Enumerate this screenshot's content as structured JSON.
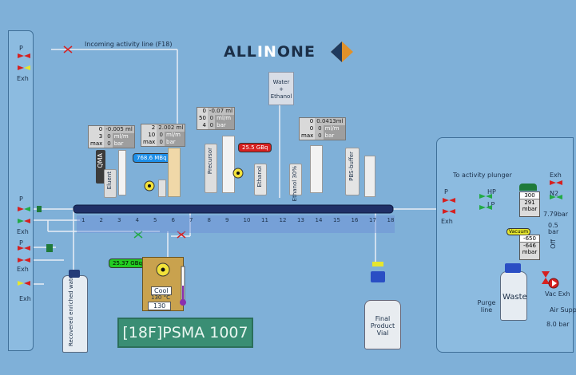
{
  "brand": {
    "name_part1": "ALL",
    "name_part2": "IN",
    "name_part3": "ONE"
  },
  "product_title": "[18F]PSMA 1007",
  "lines": {
    "incoming_activity": "Incoming activity line (F18)",
    "to_activity_plunger": "To activity plunger",
    "purge_line": "Purge line"
  },
  "left_panel": {
    "p_top": "P",
    "exh_top": "Exh",
    "p_mid": "P",
    "exh_mid": "Exh",
    "p_low": "P",
    "exh_low": "Exh",
    "exh_bottom": "Exh"
  },
  "bottles": {
    "recovered_water": "Recovered enriched water",
    "final_product": "Final Product Vial",
    "waste": "Waste",
    "water_ethanol": "Water + Ethanol"
  },
  "reagents": {
    "qma": "QMA",
    "eluent": "Eluent",
    "precursor": "Precursor",
    "ethanol": "Ethanol",
    "ethanol30": "Ethanol 30%",
    "pbs": "PBS-buffer"
  },
  "syringe1": {
    "r1a": "0",
    "r1b": "-0.005 ml",
    "r2a": "3",
    "r2b": "0",
    "r2u": "ml/m",
    "r3a": "max",
    "r3b": "0",
    "r3u": "bar"
  },
  "syringe2": {
    "r1a": "2",
    "r1b": "2.002 ml",
    "r2a": "10",
    "r2b": "0",
    "r2u": "ml/m",
    "r3a": "max",
    "r3b": "0",
    "r3u": "bar"
  },
  "syringe3": {
    "r1a": "0",
    "r1b": "-0.07 ml",
    "r2a": "50",
    "r2b": "0",
    "r2u": "ml/m",
    "r3a": "4",
    "r3b": "0",
    "r3u": "bar"
  },
  "syringe4": {
    "r1a": "0",
    "r1b": "0.0413ml",
    "r2a": "0",
    "r2b": "0",
    "r2u": "ml/m",
    "r3a": "max",
    "r3b": "0",
    "r3u": "bar"
  },
  "activity": {
    "a1": "768.6 MBq",
    "a2": "25.5 GBq",
    "a3": "25.37 GBq"
  },
  "reactor": {
    "mode": "Cool",
    "temp": "130 °C",
    "setpoint": "130"
  },
  "manifold_numbers": [
    "1",
    "2",
    "3",
    "4",
    "5",
    "6",
    "7",
    "8",
    "9",
    "10",
    "11",
    "12",
    "13",
    "14",
    "15",
    "16",
    "17",
    "18"
  ],
  "right_panel": {
    "p": "P",
    "exh": "Exh",
    "hp": "HP",
    "lp": "LP",
    "exh2": "Exh",
    "n2": "N2",
    "pressure": "7.79bar",
    "gauge_set": "300",
    "gauge_val": "291",
    "gauge_unit": "mbar",
    "vacuum_label": "Vacuum",
    "vac_set": "-650",
    "vac_val": "-646",
    "vac_unit": "mbar",
    "bar05": "0.5",
    "bar_unit": "bar",
    "off": "Off",
    "vac_exh": "Vac Exh",
    "air_supply": "Air Supply",
    "air_val": "8.0 bar"
  },
  "colors": {
    "background": "#7fb0d8",
    "manifold": "#1f2f66",
    "green_line": "#1f7a3a",
    "yellow_line": "#e6e62e",
    "alert_red": "#d62020",
    "activity_blue": "#1e8fe8",
    "activity_green": "#22cc22",
    "title_green": "#3a8e74"
  }
}
